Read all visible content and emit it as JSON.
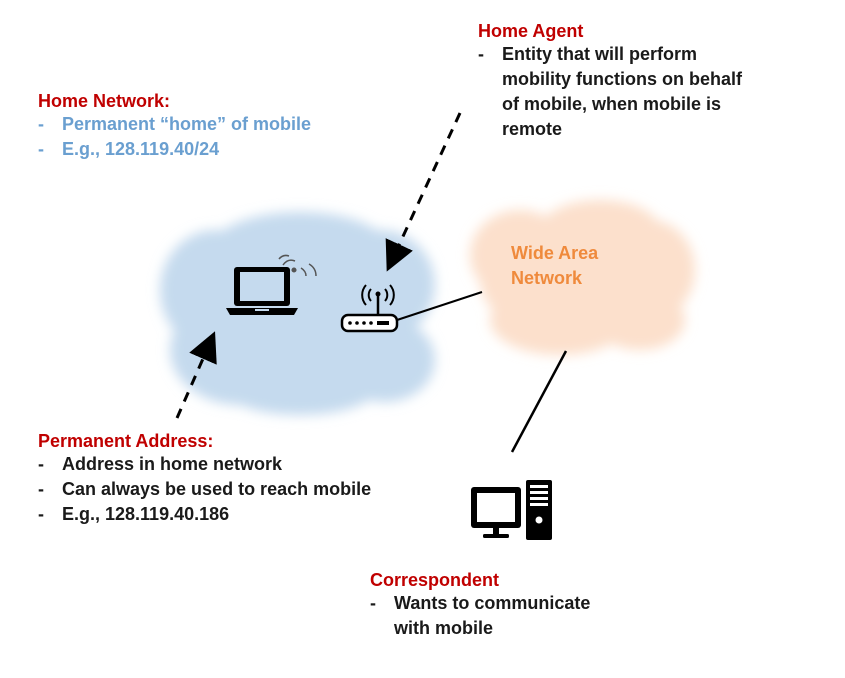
{
  "home_network": {
    "title": "Home Network:",
    "items": [
      "Permanent “home” of mobile",
      "E.g., 128.119.40/24"
    ]
  },
  "home_agent": {
    "title": "Home Agent",
    "items": [
      "Entity that will perform mobility functions on behalf of mobile, when mobile is remote"
    ],
    "lines": [
      "Entity that will perform",
      "mobility functions on behalf",
      "of mobile, when mobile is",
      "remote"
    ]
  },
  "wide_area_network": {
    "line1": "Wide Area",
    "line2": "Network"
  },
  "permanent_address": {
    "title": "Permanent Address:",
    "items": [
      "Address in home network",
      "Can always be used to reach mobile",
      "E.g., 128.119.40.186"
    ]
  },
  "correspondent": {
    "title": "Correspondent",
    "lines": [
      "Wants to communicate",
      "with mobile"
    ]
  },
  "colors": {
    "title_red": "#c00000",
    "home_network_cloud": "#c5daee",
    "home_network_text": "#6a9fd0",
    "wan_cloud": "#fce0cc",
    "wan_text": "#ef8a3c"
  },
  "icons": [
    "laptop-icon",
    "wireless-signal-icon",
    "router-icon",
    "desktop-computer-icon"
  ]
}
